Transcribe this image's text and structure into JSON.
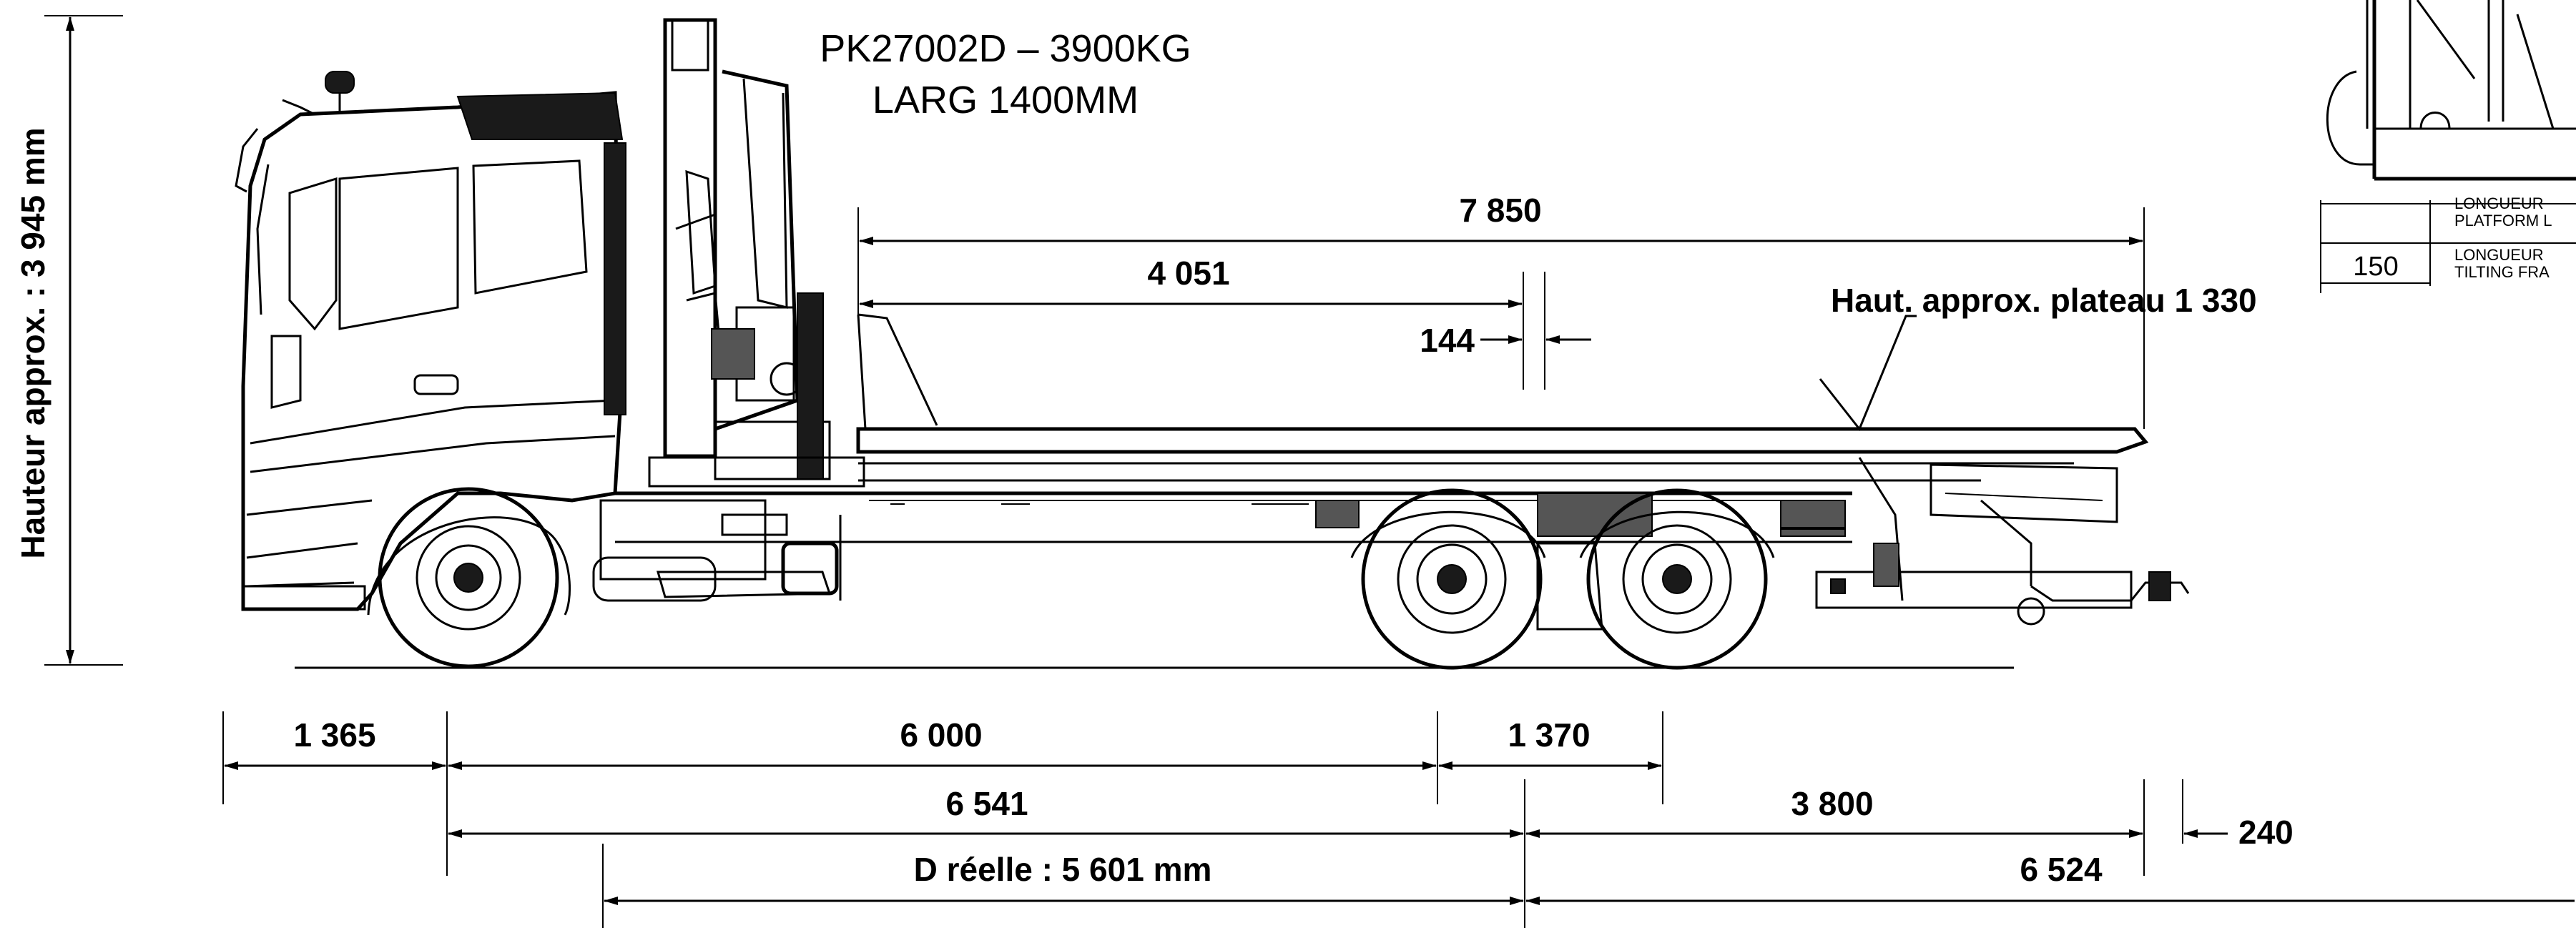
{
  "crane": {
    "model": "PK27002D – 3900KG",
    "width": "LARG 1400MM"
  },
  "height_label": "Hauteur approx. : 3 945 mm",
  "platform_height_label": "Haut. approx. plateau 1 330",
  "dimensions": {
    "platform_length": "7 850",
    "crane_to_axle": "4 051",
    "gap": "144",
    "front_overhang": "1 365",
    "wheelbase_first": "6 000",
    "tandem_spacing": "1 370",
    "wheelbase_total": "6 541",
    "rear_from_tandem": "3 800",
    "tail_offset": "240",
    "real_wheelbase": "D réelle : 5 601 mm",
    "rear_length": "6 524"
  },
  "inset": {
    "offset": "150",
    "line1a": "LONGUEUR",
    "line1b": "PLATFORM L",
    "line2a": "LONGUEUR",
    "line2b": "TILTING FRA"
  }
}
